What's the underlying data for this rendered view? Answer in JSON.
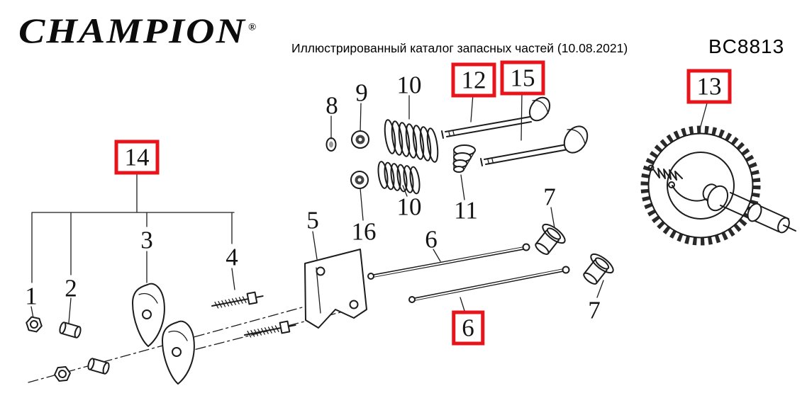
{
  "header": {
    "logo_text": "CHAMPION",
    "registered_mark": "®",
    "catalog_title": "Иллюстрированный каталог запасных частей (10.08.2021)",
    "model_code": "BC8813"
  },
  "diagram": {
    "callouts": [
      {
        "label": "1",
        "highlighted": false
      },
      {
        "label": "2",
        "highlighted": false
      },
      {
        "label": "3",
        "highlighted": false
      },
      {
        "label": "4",
        "highlighted": false
      },
      {
        "label": "5",
        "highlighted": false
      },
      {
        "label": "6",
        "highlighted": false
      },
      {
        "label": "6",
        "highlighted": true
      },
      {
        "label": "7",
        "highlighted": false
      },
      {
        "label": "7",
        "highlighted": false
      },
      {
        "label": "8",
        "highlighted": false
      },
      {
        "label": "9",
        "highlighted": false
      },
      {
        "label": "10",
        "highlighted": false
      },
      {
        "label": "10",
        "highlighted": false
      },
      {
        "label": "11",
        "highlighted": false
      },
      {
        "label": "12",
        "highlighted": true
      },
      {
        "label": "13",
        "highlighted": true
      },
      {
        "label": "14",
        "highlighted": true
      },
      {
        "label": "15",
        "highlighted": true
      },
      {
        "label": "16",
        "highlighted": false
      }
    ]
  },
  "colors": {
    "highlight_box": "#e8141c",
    "ink": "#111111",
    "background": "#ffffff"
  }
}
